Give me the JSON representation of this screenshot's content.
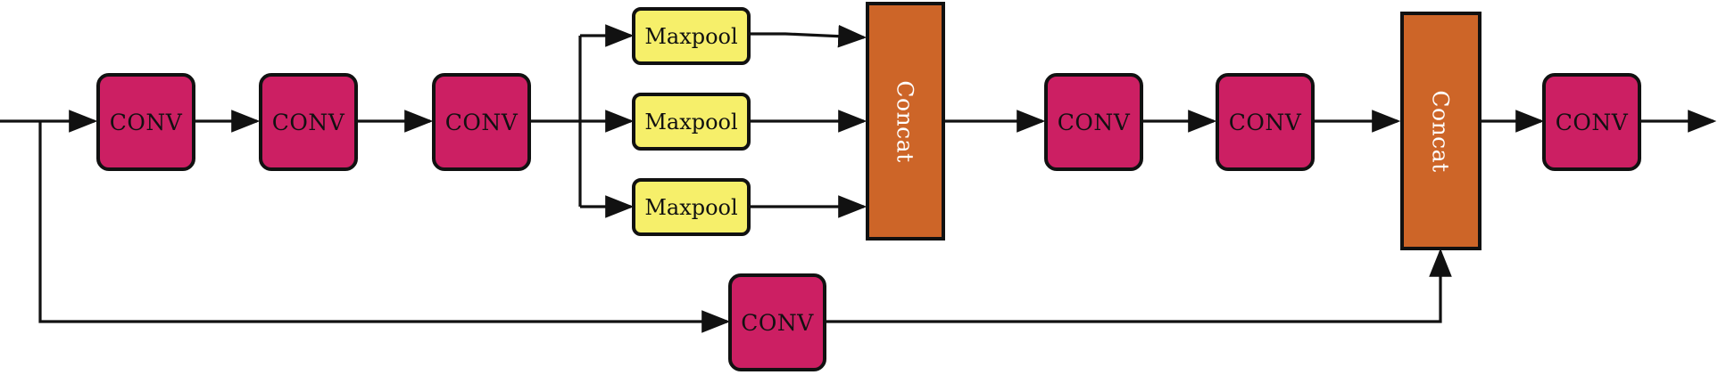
{
  "diagram": {
    "labels": {
      "conv": "CONV",
      "maxpool": "Maxpool",
      "concat": "Concat"
    },
    "colors": {
      "conv_fill": "#cc1f63",
      "maxpool_fill": "#f6ef6a",
      "concat_fill": "#cd6528",
      "concat_text": "#ffffff",
      "stroke": "#111111",
      "background": "#ffffff"
    },
    "nodes": [
      {
        "id": "conv-1",
        "kind": "conv"
      },
      {
        "id": "conv-2",
        "kind": "conv"
      },
      {
        "id": "conv-3",
        "kind": "conv"
      },
      {
        "id": "maxpool-1",
        "kind": "maxpool"
      },
      {
        "id": "maxpool-2",
        "kind": "maxpool"
      },
      {
        "id": "maxpool-3",
        "kind": "maxpool"
      },
      {
        "id": "concat-1",
        "kind": "concat"
      },
      {
        "id": "conv-4",
        "kind": "conv"
      },
      {
        "id": "conv-5",
        "kind": "conv"
      },
      {
        "id": "conv-shortcut",
        "kind": "conv"
      },
      {
        "id": "concat-2",
        "kind": "concat"
      },
      {
        "id": "conv-6",
        "kind": "conv"
      }
    ],
    "edges": [
      {
        "from": "input",
        "to": "conv-1"
      },
      {
        "from": "conv-1",
        "to": "conv-2"
      },
      {
        "from": "conv-2",
        "to": "conv-3"
      },
      {
        "from": "conv-3",
        "to": "maxpool-1"
      },
      {
        "from": "conv-3",
        "to": "maxpool-2"
      },
      {
        "from": "conv-3",
        "to": "maxpool-3"
      },
      {
        "from": "maxpool-1",
        "to": "concat-1"
      },
      {
        "from": "maxpool-2",
        "to": "concat-1"
      },
      {
        "from": "maxpool-3",
        "to": "concat-1"
      },
      {
        "from": "concat-1",
        "to": "conv-4"
      },
      {
        "from": "conv-4",
        "to": "conv-5"
      },
      {
        "from": "conv-5",
        "to": "concat-2"
      },
      {
        "from": "input",
        "to": "conv-shortcut"
      },
      {
        "from": "conv-shortcut",
        "to": "concat-2"
      },
      {
        "from": "concat-2",
        "to": "conv-6"
      },
      {
        "from": "conv-6",
        "to": "output"
      }
    ]
  }
}
